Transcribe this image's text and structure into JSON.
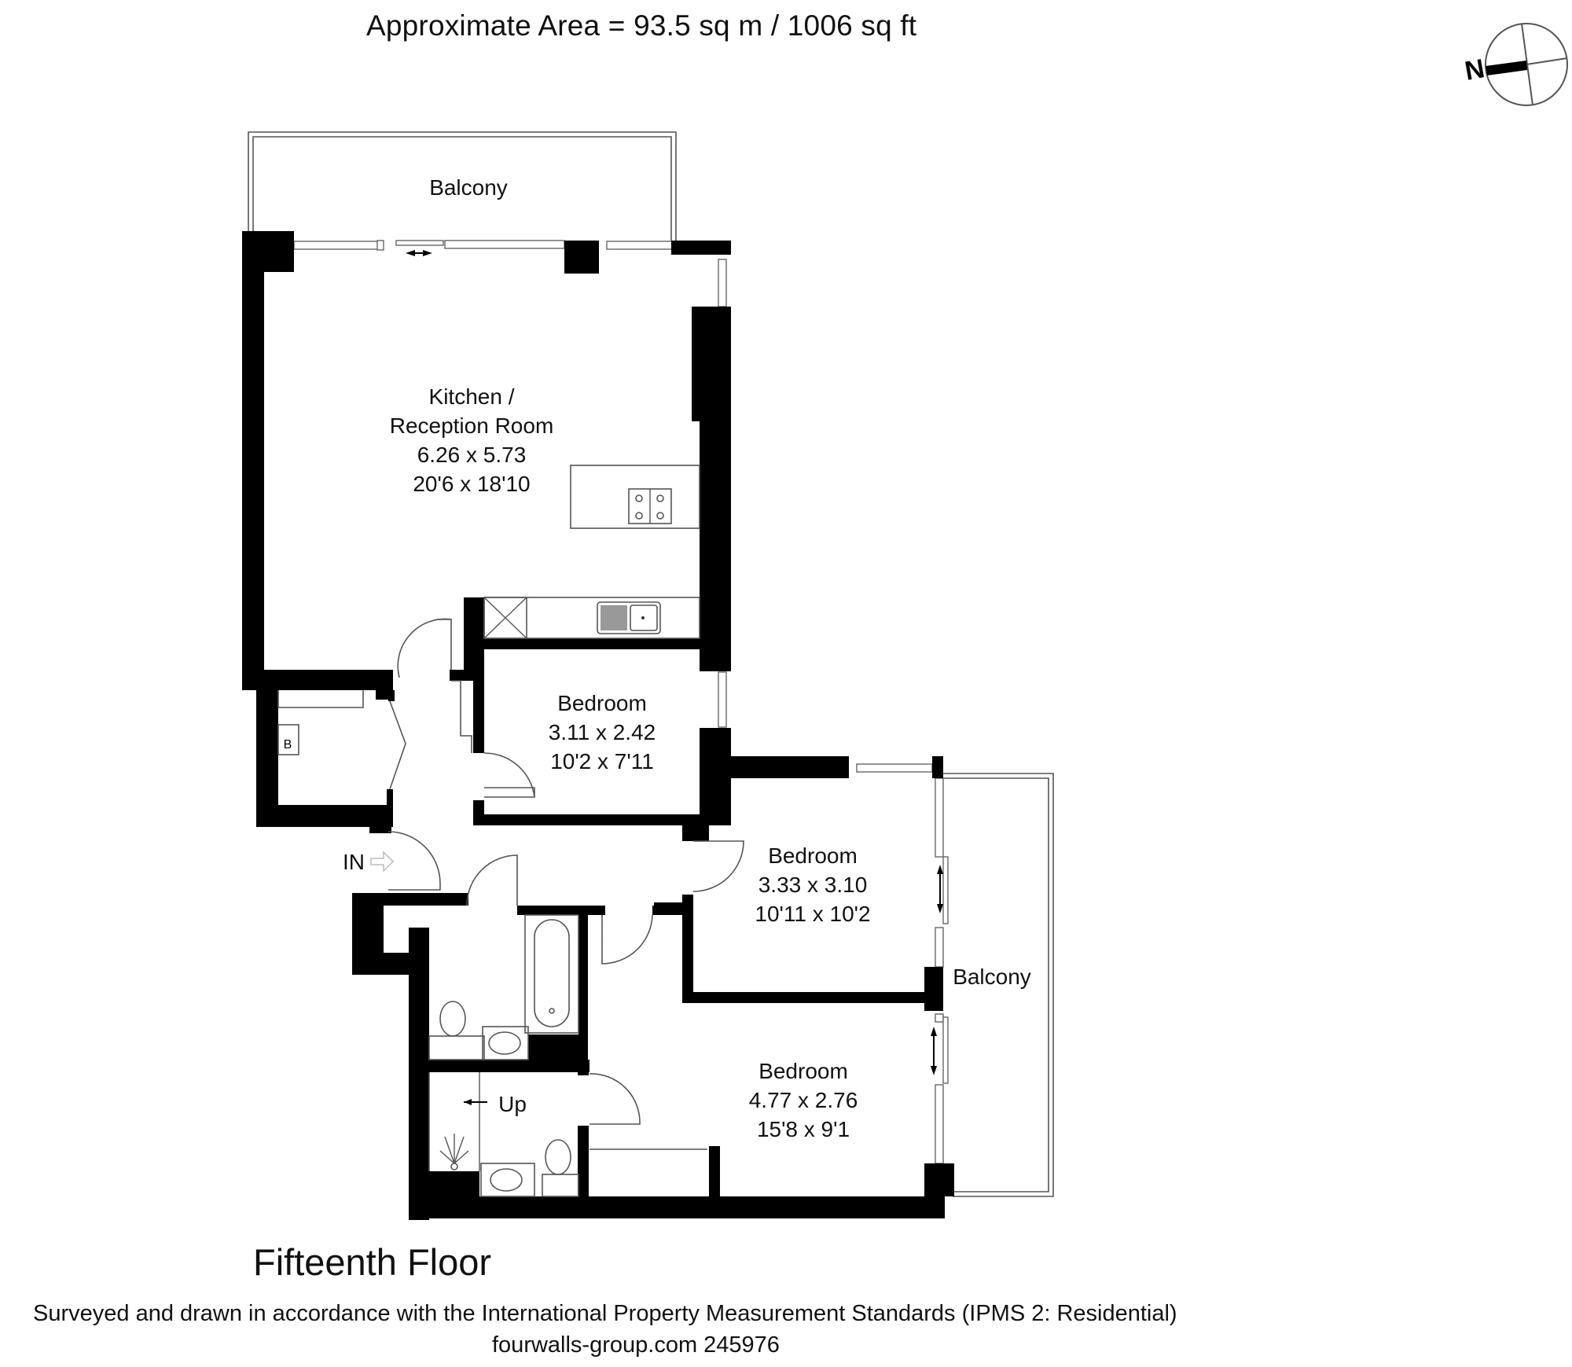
{
  "header": {
    "area_text": "Approximate  Area = 93.5 sq m / 1006 sq ft"
  },
  "compass": {
    "label": "N",
    "icon": "north-arrow-compass-icon"
  },
  "rooms": [
    {
      "id": "balcony-top",
      "name": "Balcony"
    },
    {
      "id": "kitchen-reception",
      "name_line1": "Kitchen /",
      "name_line2": "Reception Room",
      "metric": "6.26 x 5.73",
      "imperial": "20'6 x 18'10"
    },
    {
      "id": "bedroom-small",
      "name": "Bedroom",
      "metric": "3.11 x 2.42",
      "imperial": "10'2 x 7'11"
    },
    {
      "id": "bedroom-middle",
      "name": "Bedroom",
      "metric": "3.33 x 3.10",
      "imperial": "10'11 x 10'2"
    },
    {
      "id": "bedroom-large",
      "name": "Bedroom",
      "metric": "4.77 x 2.76",
      "imperial": "15'8 x 9'1"
    },
    {
      "id": "balcony-side",
      "name": "Balcony"
    }
  ],
  "markers": {
    "entrance": "IN",
    "stairs": "Up",
    "boiler": "B"
  },
  "footer": {
    "floor_name": "Fifteenth Floor",
    "survey_note": "Surveyed and drawn in accordance with the International Property Measurement Standards (IPMS 2: Residential)",
    "reference": "fourwalls-group.com 245976"
  }
}
